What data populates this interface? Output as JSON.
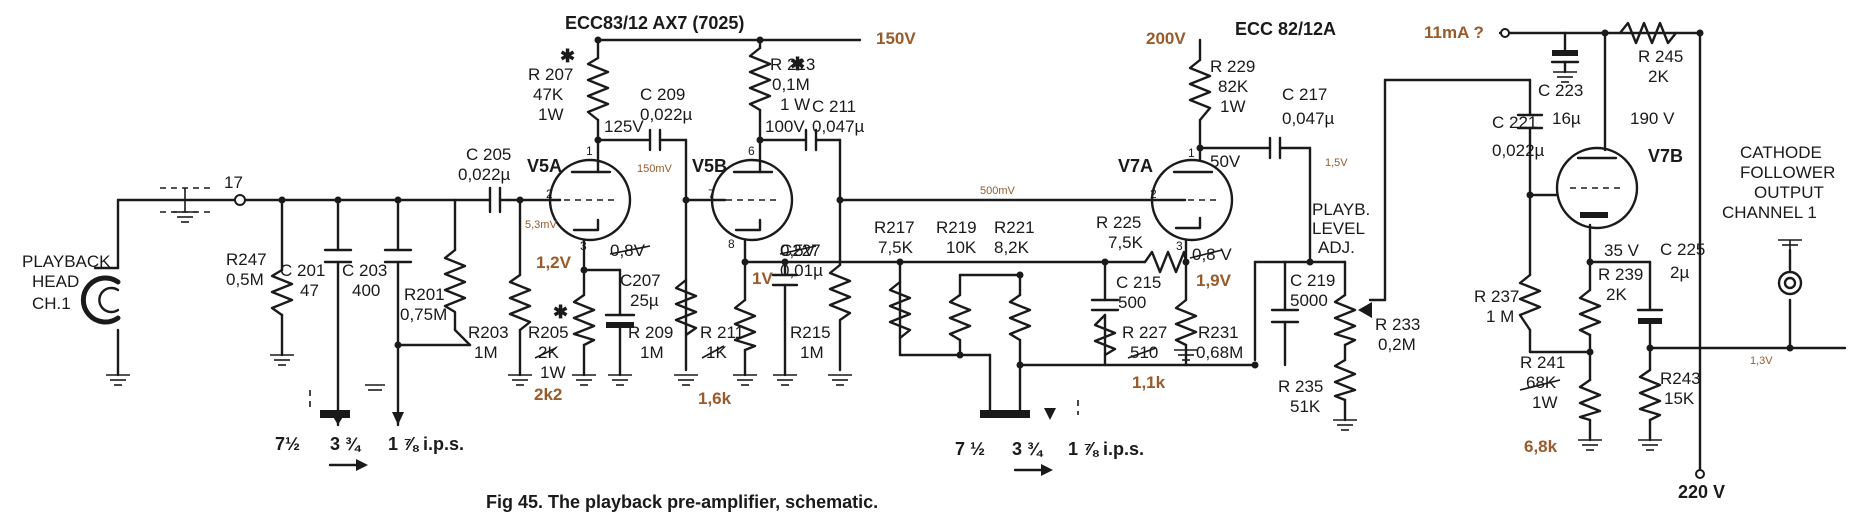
{
  "caption": "Fig 45. The playback pre-amplifier, schematic.",
  "tubes": {
    "v5_type": "ECC83/12 AX7 (7025)",
    "v7_type": "ECC 82/12A",
    "v5a": "V5A",
    "v5b": "V5B",
    "v7a": "V7A",
    "v7b": "V7B"
  },
  "labels": {
    "playback_head": [
      "PLAYBACK",
      "HEAD",
      "CH.1"
    ],
    "cathode_follower": [
      "CATHODE",
      "FOLLOWER",
      "OUTPUT",
      "CHANNEL 1"
    ],
    "playb_level": [
      "PLAYB.",
      "LEVEL",
      "ADJ."
    ],
    "input_node": "17",
    "speeds_left": [
      "7½",
      "3 ¾",
      "1 ⅞ i.p.s."
    ],
    "speeds_right": [
      "7 ½",
      "3 ¾",
      "1 ⅞ i.p.s."
    ],
    "supply_220": "220 V"
  },
  "components": {
    "r247": [
      "R247",
      "0,5M"
    ],
    "c201": [
      "C 201",
      "47"
    ],
    "c203": [
      "C 203",
      "400"
    ],
    "r201": [
      "R201",
      "0,75M"
    ],
    "r203": [
      "R203",
      "1M"
    ],
    "c205": [
      "C 205",
      "0,022µ"
    ],
    "r207": [
      "R 207",
      "47K",
      "1W"
    ],
    "c209": [
      "C 209",
      "0,022µ"
    ],
    "r205": [
      "R205",
      "2K",
      "1W"
    ],
    "c207": [
      "C207",
      "25µ"
    ],
    "r209": [
      "R 209",
      "1M"
    ],
    "r213": [
      "R 213",
      "0,1M",
      "1 W"
    ],
    "c211": [
      "C 211",
      "0,047µ"
    ],
    "r211": [
      "R 211",
      "1K"
    ],
    "c227": [
      "C227",
      "0,01µ"
    ],
    "r215": [
      "R215",
      "1M"
    ],
    "r217": [
      "R217",
      "7,5K"
    ],
    "r219": [
      "R219",
      "10K"
    ],
    "r221": [
      "R221",
      "8,2K"
    ],
    "r225": [
      "R 225",
      "7,5K"
    ],
    "c215": [
      "C 215",
      "500"
    ],
    "r227": [
      "R 227",
      "510"
    ],
    "r231": [
      "R231",
      "0,68M"
    ],
    "r229": [
      "R 229",
      "82K",
      "1W"
    ],
    "c217": [
      "C 217",
      "0,047µ"
    ],
    "c219": [
      "C 219",
      "5000"
    ],
    "r233": [
      "R 233",
      "0,2M"
    ],
    "r235": [
      "R 235",
      "51K"
    ],
    "c221": [
      "C 221",
      "0,022µ"
    ],
    "c223": [
      "C 223",
      "16µ"
    ],
    "r245": [
      "R 245",
      "2K"
    ],
    "r237": [
      "R 237",
      "1 M"
    ],
    "r239": [
      "R 239",
      "2K"
    ],
    "c225": [
      "C 225",
      "2µ"
    ],
    "r241": [
      "R 241",
      "68K",
      "1W"
    ],
    "r243": [
      "R243",
      "15K"
    ]
  },
  "voltages": {
    "v5a_plate": "125V",
    "v5b_plate": "100V",
    "v5a_cathode": "0,8V",
    "v5b_cathode": "0,5V",
    "v7a_plate": "50V",
    "v7a_cathode": "0,8 V",
    "v7b_plate": "190 V",
    "v7b_cathode": "35 V"
  },
  "annotations": {
    "b150": "150V",
    "b200": "200V",
    "i11": "11mA ?",
    "k12": "1,2V",
    "k1": "1V",
    "k19": "1,9V",
    "r2k2": "2k2",
    "r16k": "1,6k",
    "r11k": "1,1k",
    "r68k": "6,8k",
    "s53": "5,3mV",
    "s150": "150mV",
    "s500": "500mV",
    "s15": "1,5V",
    "s13": "1,3V"
  }
}
